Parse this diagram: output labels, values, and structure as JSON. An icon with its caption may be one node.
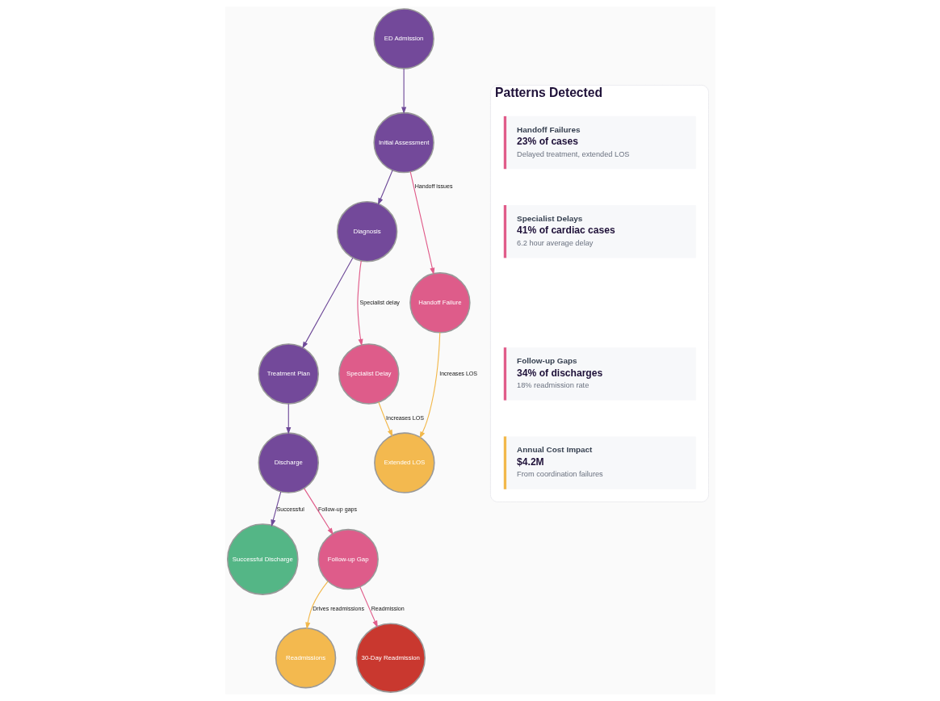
{
  "diagram": {
    "nodes": [
      {
        "text": [
          "ED Admission"
        ]
      },
      {
        "text": [
          "Initial Assessment"
        ]
      },
      {
        "text": [
          "Diagnosis"
        ]
      },
      {
        "text": [
          "Treatment Plan"
        ]
      },
      {
        "text": [
          "Discharge"
        ]
      },
      {
        "text": [
          "Successful Discharge"
        ]
      },
      {
        "text": [
          "Follow-up Gap"
        ]
      },
      {
        "text": [
          "Readmissions"
        ]
      },
      {
        "text": [
          "30-Day Readmission"
        ]
      },
      {
        "text": [
          "Handoff Failure"
        ]
      },
      {
        "text": [
          "Specialist Delay"
        ]
      },
      {
        "text": [
          "Extended LOS"
        ]
      },
      {
        "text": [
          "Patterns Detected"
        ]
      },
      {
        "text": [
          "Handoff Failures",
          "23% of cases",
          "Delayed treatment, extended LOS"
        ],
        "in": 12
      },
      {
        "text": [
          "Specialist Delays",
          "41% of cardiac cases",
          "6.2 hour average delay"
        ],
        "in": 12
      },
      {
        "text": [
          "Follow-up Gaps",
          "34% of discharges",
          "18% readmission rate"
        ],
        "in": 12
      },
      {
        "text": [
          "Annual Cost Impact",
          "$4.2M",
          "From coordination failures"
        ],
        "in": 12
      }
    ],
    "edges": [
      {
        "from": 0,
        "to": 1,
        "arrow": "to"
      },
      {
        "from": 1,
        "to": 2,
        "arrow": "to"
      },
      {
        "from": 1,
        "to": 9,
        "arrow": "to",
        "label": "Handoff issues",
        "color": "#e05c8a"
      },
      {
        "from": 2,
        "to": 3,
        "arrow": "to"
      },
      {
        "from": 2,
        "to": 10,
        "arrow": "to",
        "label": "Specialist delay",
        "color": "#e05c8a"
      },
      {
        "from": 3,
        "to": 4,
        "arrow": "to"
      },
      {
        "from": 4,
        "to": 5,
        "arrow": "to",
        "label": "Successful"
      },
      {
        "from": 4,
        "to": 6,
        "arrow": "to",
        "label": "Follow-up gaps",
        "color": "#e05c8a"
      },
      {
        "from": 6,
        "to": 8,
        "arrow": "to",
        "label": "Readmission",
        "color": "#e05c8a"
      },
      {
        "from": 6,
        "to": 7,
        "arrow": "to",
        "label": "Drives readmissions",
        "color": "#f2b84b"
      },
      {
        "from": 9,
        "to": 11,
        "arrow": "to",
        "label": "Increases LOS",
        "color": "#f2b84b"
      },
      {
        "from": 10,
        "to": 11,
        "arrow": "to",
        "label": "Increases LOS",
        "color": "#f2b84b"
      }
    ]
  }
}
